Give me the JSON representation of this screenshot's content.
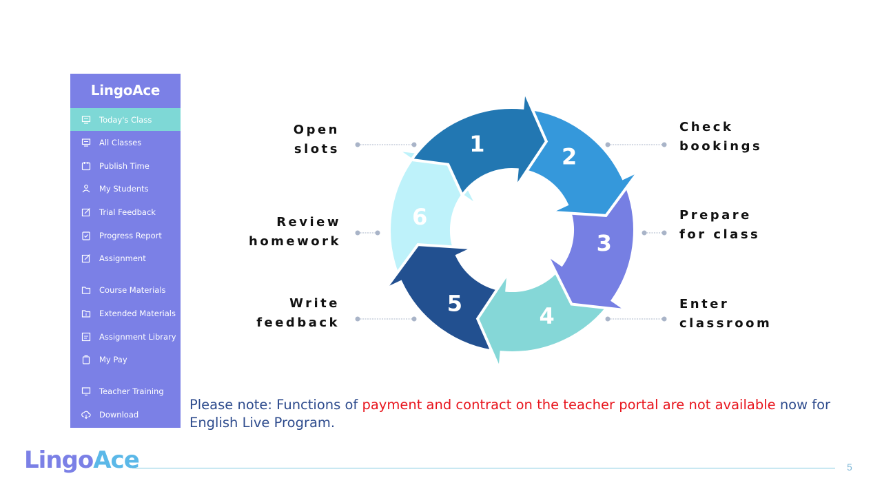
{
  "sidebar": {
    "logo": "LingoAce",
    "items": [
      {
        "label": "Today's Class",
        "icon": "monitor-icon"
      },
      {
        "label": "All Classes",
        "icon": "monitor-icon"
      },
      {
        "label": "Publish Time",
        "icon": "calendar-icon"
      },
      {
        "label": "My Students",
        "icon": "students-icon"
      },
      {
        "label": "Trial Feedback",
        "icon": "edit-icon"
      },
      {
        "label": "Progress Report",
        "icon": "clipboard-icon"
      },
      {
        "label": "Assignment",
        "icon": "edit-icon"
      },
      {
        "label": "Course Materials",
        "icon": "folder-icon"
      },
      {
        "label": "Extended Materials",
        "icon": "folder-icon"
      },
      {
        "label": "Assignment Library",
        "icon": "library-icon"
      },
      {
        "label": "My Pay",
        "icon": "pay-icon"
      },
      {
        "label": "Teacher Training",
        "icon": "training-icon"
      },
      {
        "label": "Download",
        "icon": "download-icon"
      }
    ]
  },
  "cycle": {
    "steps": [
      {
        "num": "1",
        "label": "Open\nslots",
        "color": "#2277B2"
      },
      {
        "num": "2",
        "label": "Check\nbookings",
        "color": "#3598DB"
      },
      {
        "num": "3",
        "label": "Prepare\nfor class",
        "color": "#767FE3"
      },
      {
        "num": "4",
        "label": "Enter\nclassroom",
        "color": "#85D7D7"
      },
      {
        "num": "5",
        "label": "Write\nfeedback",
        "color": "#225090"
      },
      {
        "num": "6",
        "label": "Review\nhomework",
        "color": "#BEF2FA"
      }
    ]
  },
  "note": {
    "part1": "Please note: Functions of ",
    "part2": "payment and contract on the teacher portal are not available",
    "part3": " now for English Live Program."
  },
  "footer": {
    "logo_lingo": "Lingo",
    "logo_ace": "Ace",
    "page_number": "5"
  }
}
